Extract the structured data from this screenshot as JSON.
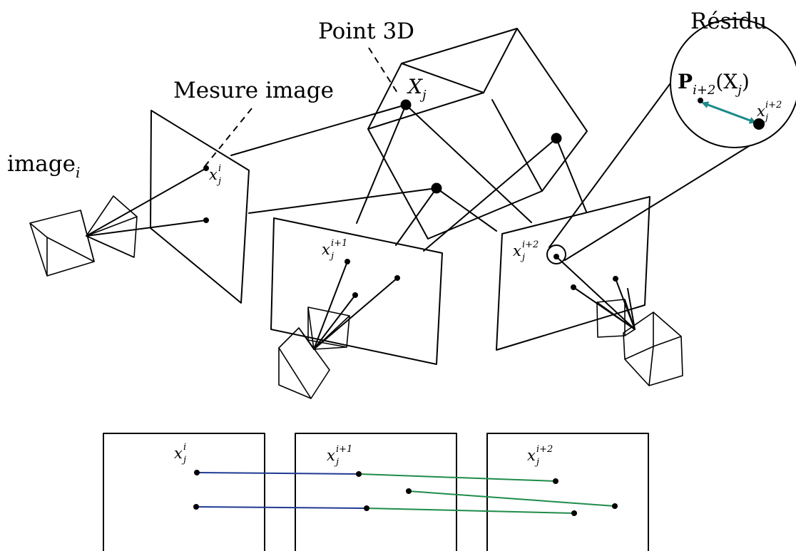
{
  "labels": {
    "point3d": "Point 3D",
    "mesure": "Mesure image",
    "residu": "Résidu",
    "image_base": "image",
    "image_sub": "i",
    "X": "X",
    "X_sub": "j",
    "proj": "P",
    "proj_sub": "i+2",
    "proj_arg": "(X",
    "proj_arg_sub": "j",
    "proj_close": ")",
    "x": "x",
    "sub_j": "j",
    "sup_i": "i",
    "sup_i1": "i+1",
    "sup_i2": "i+2"
  },
  "colors": {
    "line": "#000000",
    "residual_arrow": "#1a8a8a",
    "track_blue": "#1f3a93",
    "track_green": "#1e8c4a"
  }
}
